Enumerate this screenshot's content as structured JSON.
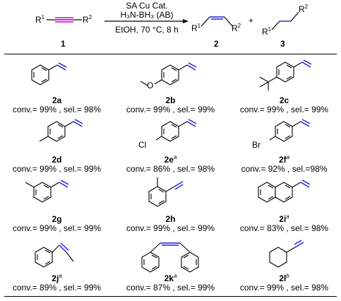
{
  "reaction": {
    "reactant_r1": "R",
    "reactant_r2": "R",
    "sup1": "1",
    "sup2": "2",
    "catalyst": "SA Cu Cat.",
    "reagent": "H₃N-BH₃ (AB)",
    "conditions": "EtOH, 70 °C, 8 h",
    "plus": "+",
    "reactant_number": "1",
    "product_number": "2",
    "side_product_number": "3"
  },
  "colors": {
    "highlight": "#1f1fdc",
    "alkyne": "#cc00cc",
    "text": "#000000"
  },
  "products": [
    {
      "id": "2a",
      "sup": "",
      "conv": "conv.= 99% , sel.= 98%"
    },
    {
      "id": "2b",
      "sup": "",
      "conv": "conv.= 99% , sel.= 99%",
      "atom": "O"
    },
    {
      "id": "2c",
      "sup": "",
      "conv": "conv.= 99% , sel.= 99%"
    },
    {
      "id": "2d",
      "sup": "",
      "conv": "conv.= 99% , sel.= 99%"
    },
    {
      "id": "2e",
      "sup": "a",
      "conv": "conv.= 86% , sel.= 98%",
      "atom": "Cl"
    },
    {
      "id": "2f",
      "sup": "a",
      "conv": "conv.= 92% , sel.=98%",
      "atom": "Br"
    },
    {
      "id": "2g",
      "sup": "",
      "conv": "conv.= 99% , sel.= 99%"
    },
    {
      "id": "2h",
      "sup": "",
      "conv": "conv.= 99% , sel.= 99%"
    },
    {
      "id": "2i",
      "sup": "a",
      "conv": "conv.= 83% , sel.= 98%"
    },
    {
      "id": "2j",
      "sup": "a",
      "conv": "conv.= 89% , sel.= 99%"
    },
    {
      "id": "2k",
      "sup": "a",
      "conv": "conv.= 87% , sel.= 99%"
    },
    {
      "id": "2l",
      "sup": "b",
      "conv": "conv.= 99% , sel.= 98%"
    }
  ]
}
